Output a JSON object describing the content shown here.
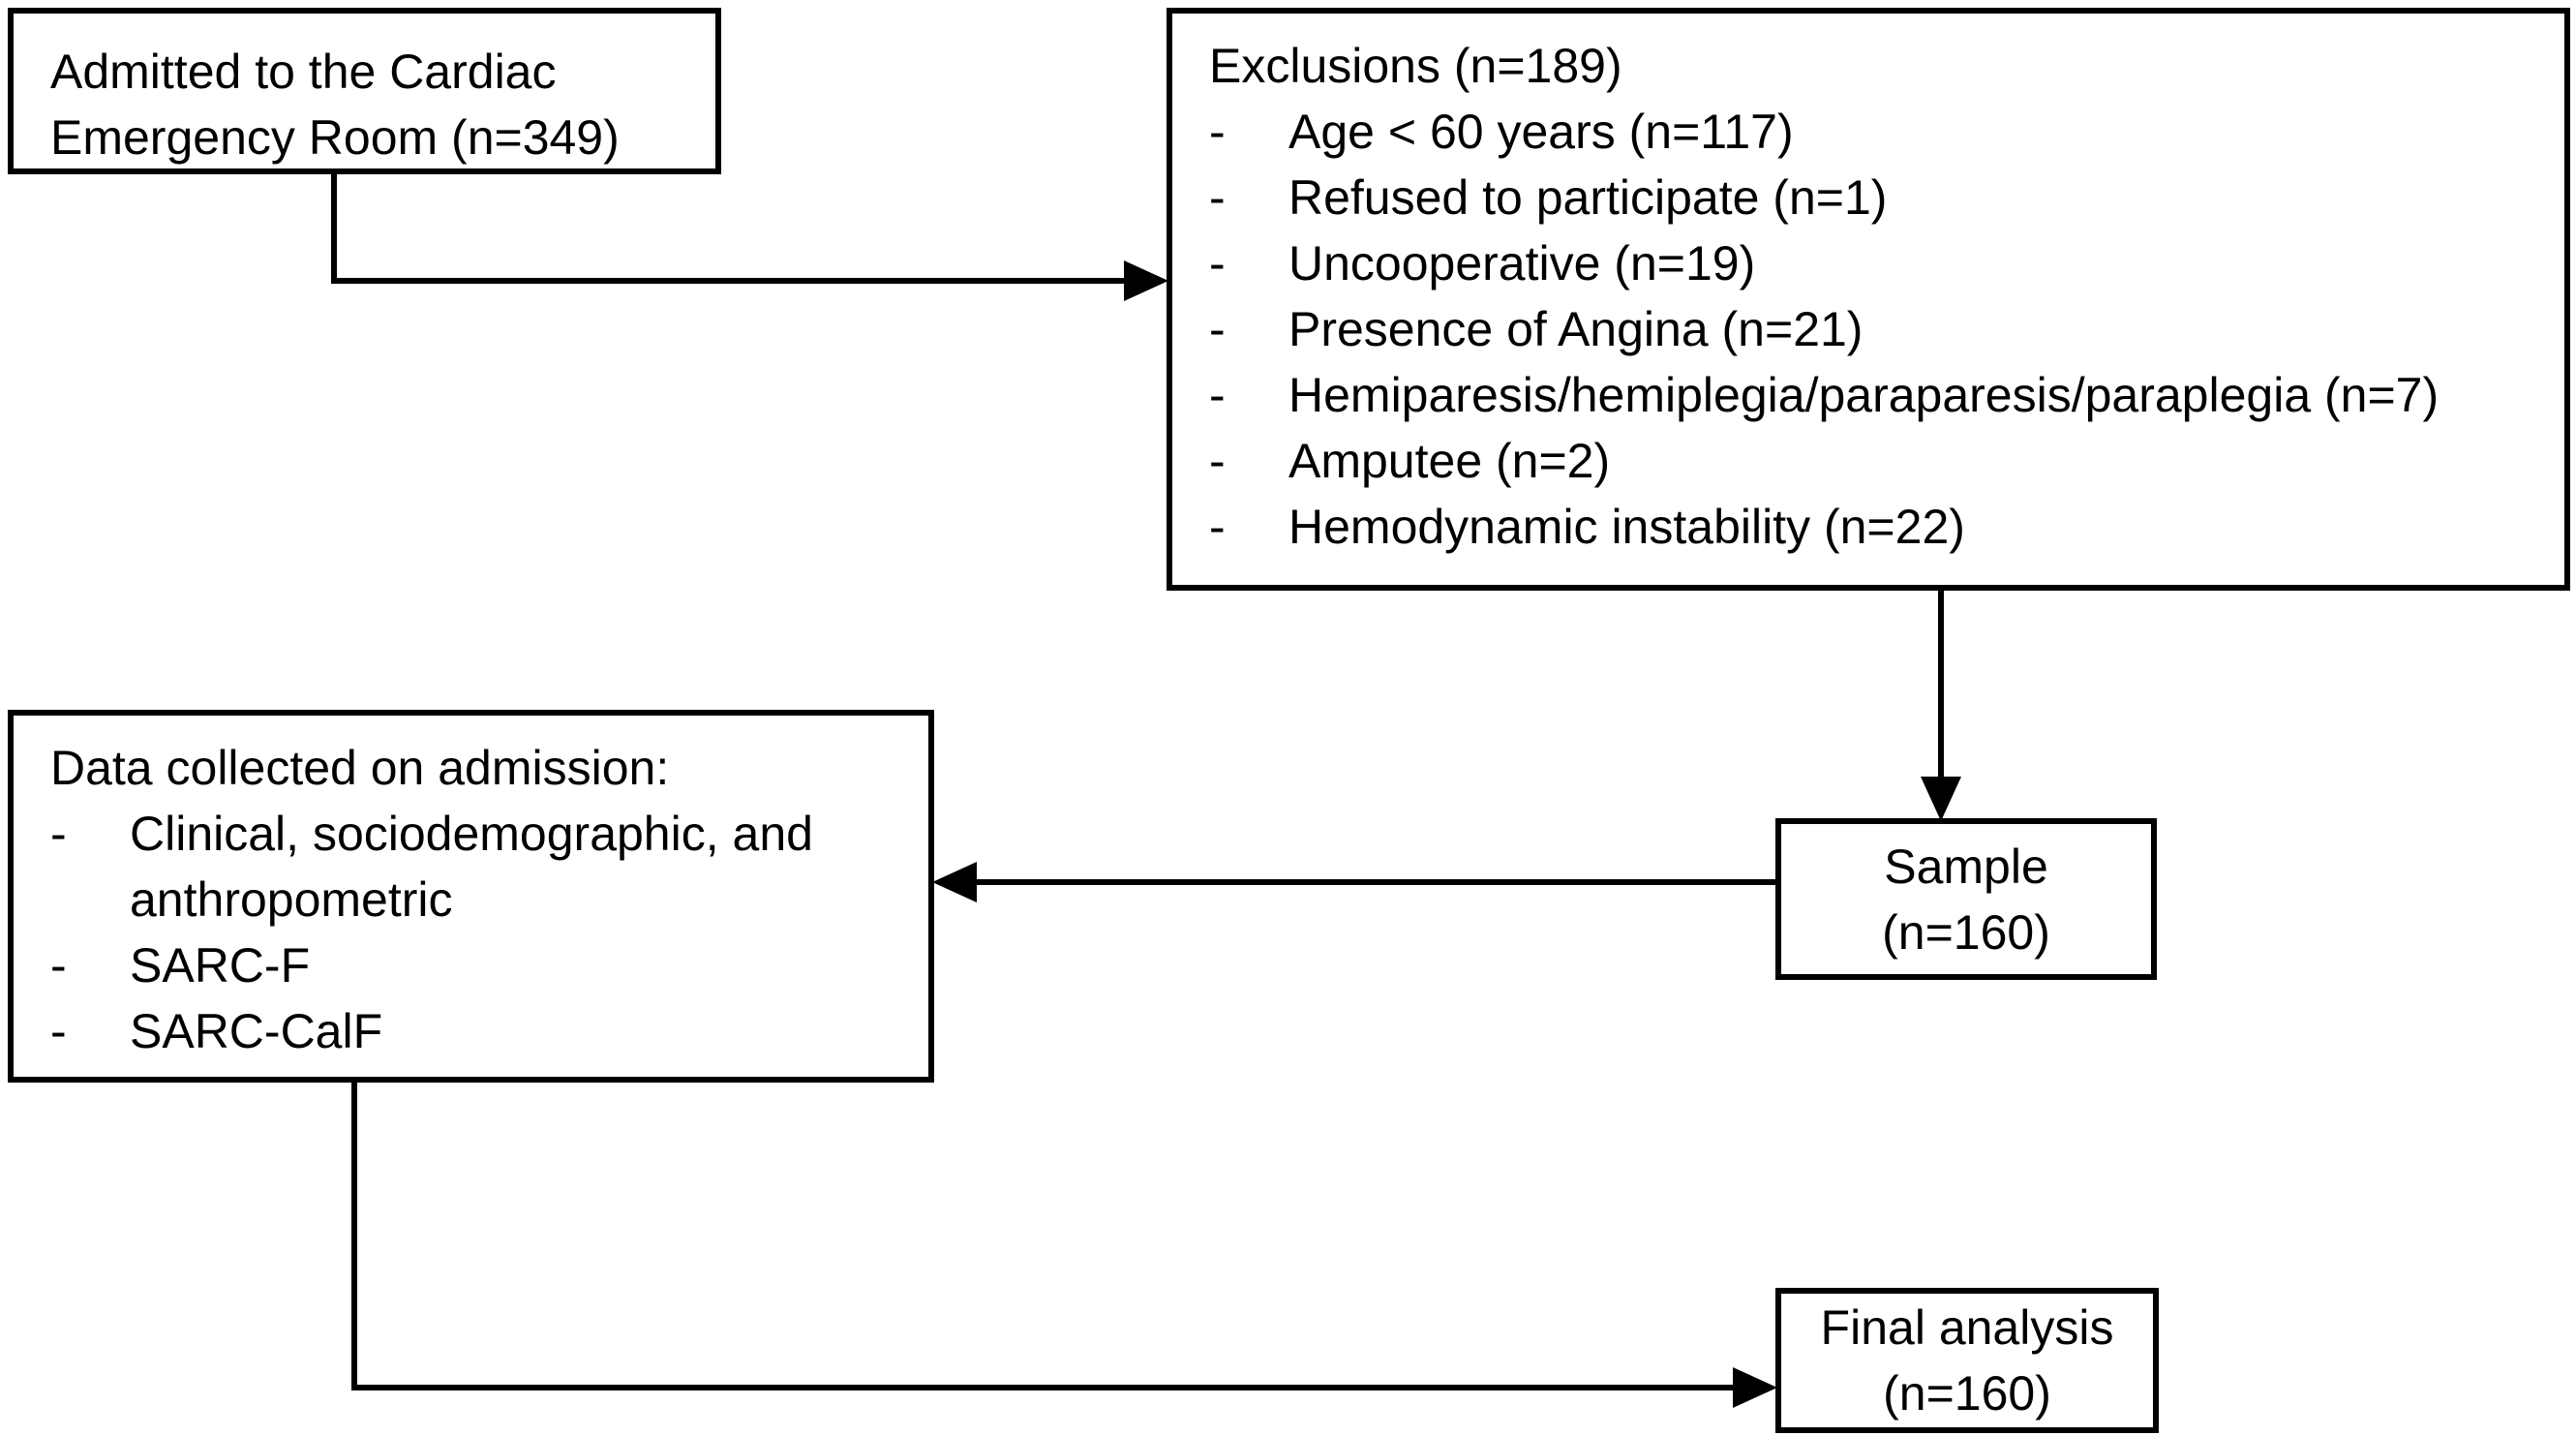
{
  "bullet_char": "-",
  "colors": {
    "line": "#000000",
    "text": "#000000",
    "background": "#ffffff"
  },
  "boxes": {
    "admitted": {
      "lines": [
        "Admitted to the Cardiac",
        "Emergency Room (n=349)"
      ]
    },
    "exclusions": {
      "title": "Exclusions (n=189)",
      "items": [
        "Age < 60 years (n=117)",
        "Refused to participate (n=1)",
        "Uncooperative (n=19)",
        "Presence of Angina (n=21)",
        "Hemiparesis/hemiplegia/paraparesis/paraplegia (n=7)",
        "Amputee (n=2)",
        "Hemodynamic instability (n=22)"
      ]
    },
    "data_collected": {
      "title": "Data collected on admission:",
      "items": [
        "Clinical, sociodemographic, and anthropometric",
        "SARC-F",
        "SARC-CalF"
      ]
    },
    "sample": {
      "lines": [
        "Sample",
        "(n=160)"
      ]
    },
    "final_analysis": {
      "lines": [
        "Final analysis",
        "(n=160)"
      ]
    }
  }
}
